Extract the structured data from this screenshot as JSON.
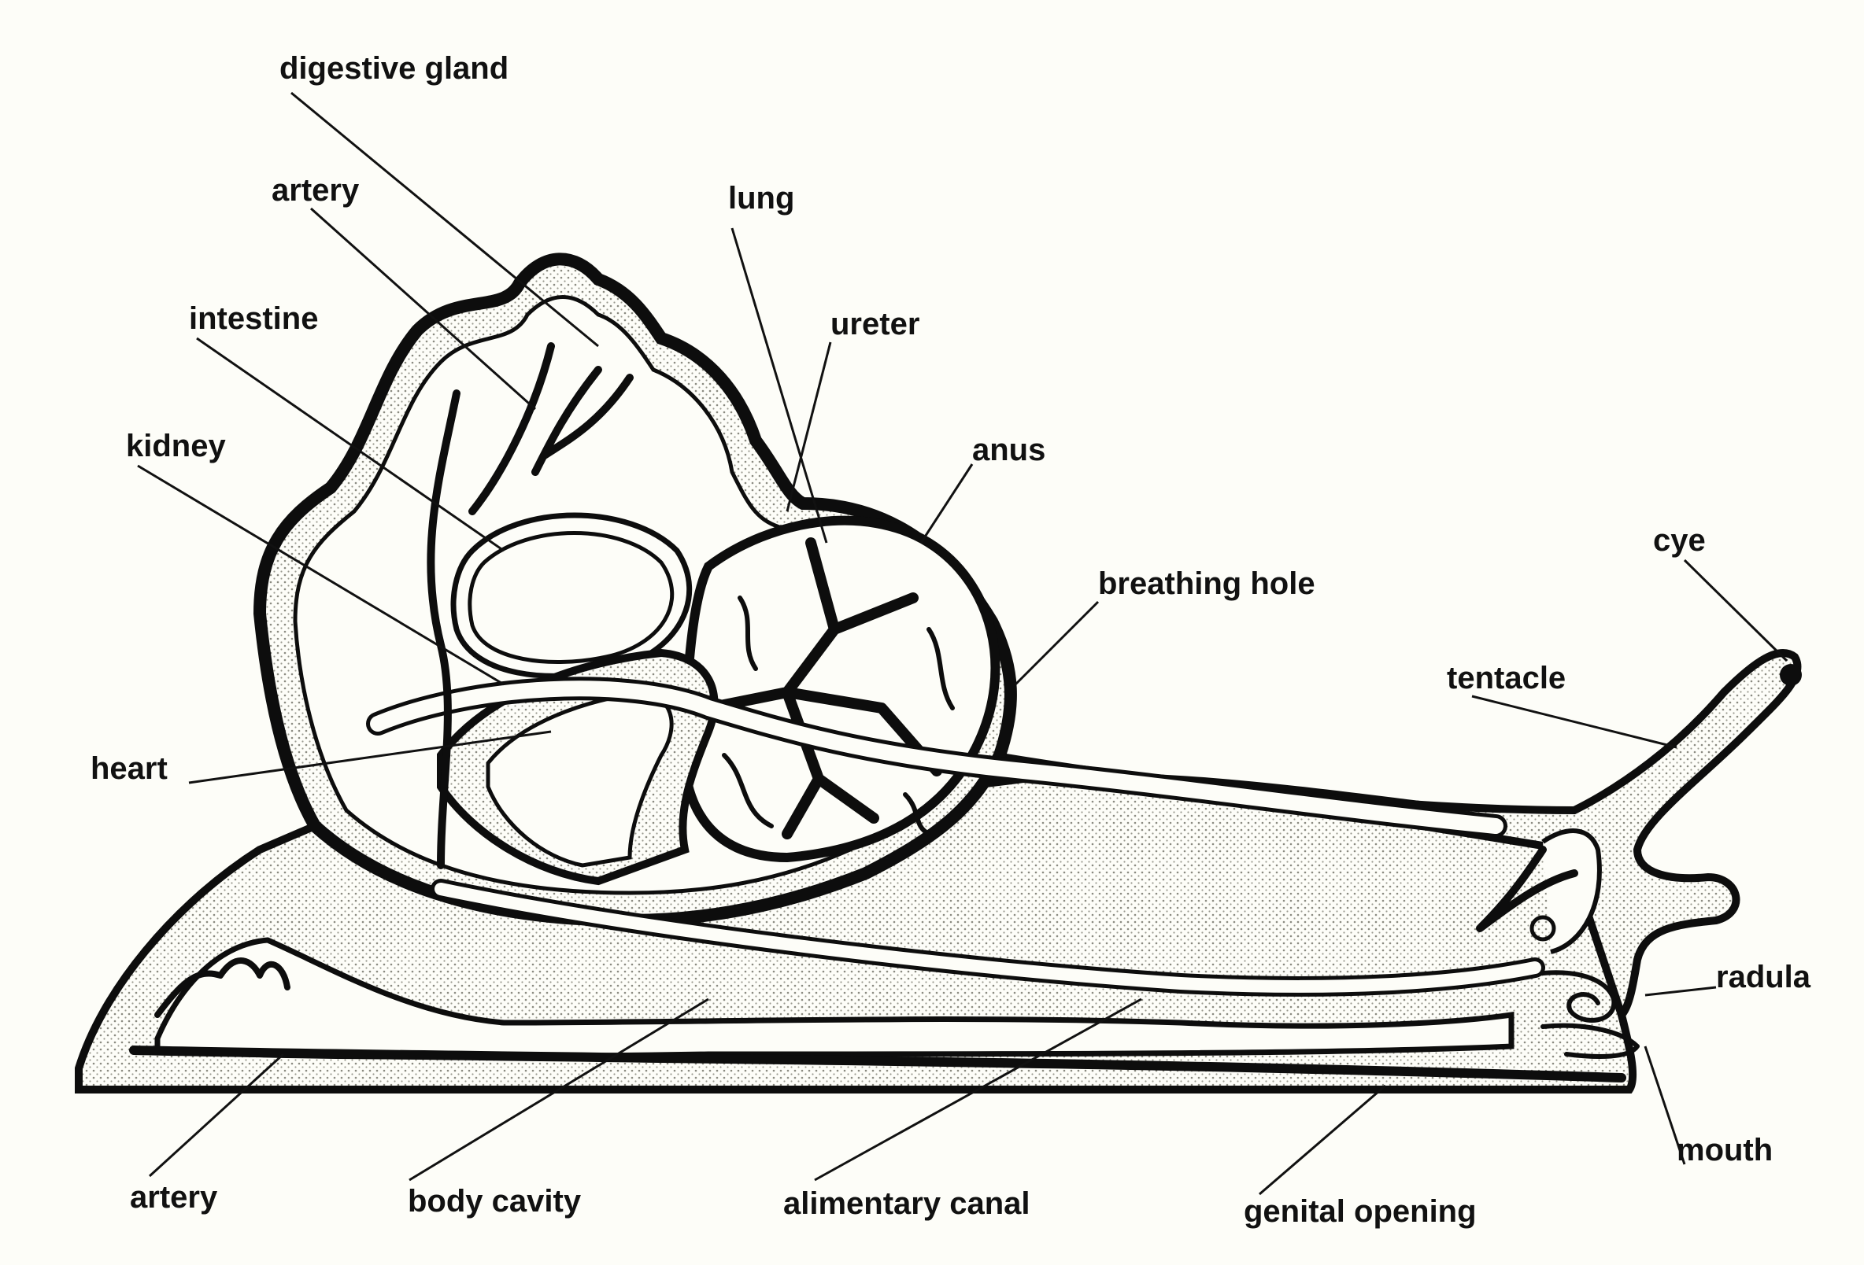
{
  "labels": {
    "digestive_gland": "digestive gland",
    "artery_top": "artery",
    "intestine": "intestine",
    "kidney": "kidney",
    "heart": "heart",
    "lung": "lung",
    "ureter": "ureter",
    "anus": "anus",
    "breathing_hole": "breathing hole",
    "eye": "cye",
    "tentacle": "tentacle",
    "radula": "radula",
    "mouth": "mouth",
    "artery_bottom": "artery",
    "body_cavity": "body cavity",
    "alimentary_canal": "alimentary canal",
    "genital_opening": "genital opening"
  },
  "colors": {
    "ink": "#111111",
    "paper": "#fdfdf8",
    "stipple": "#cfcfc4"
  }
}
